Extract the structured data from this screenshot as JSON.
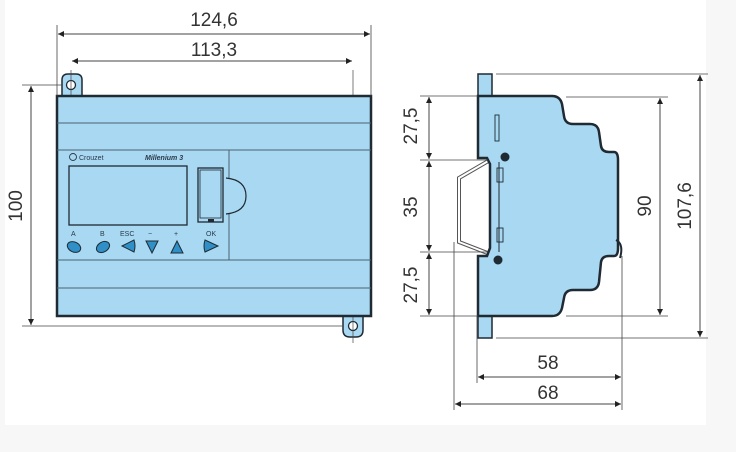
{
  "title": "Crouzet Millenium 3 dimensional drawing",
  "front_view": {
    "brand": "Crouzet",
    "model": "Millenium 3",
    "buttons": [
      "A",
      "B",
      "ESC",
      "−",
      "+",
      "OK"
    ],
    "dimensions": {
      "overall_width": "124,6",
      "mounting_hole_spacing": "113,3",
      "height": "100"
    }
  },
  "side_view": {
    "dimensions": {
      "upper_section": "27,5",
      "rail_width": "35",
      "lower_section": "27,5",
      "body_height": "90",
      "overall_height": "107,6",
      "depth_body": "58",
      "depth_overall": "68"
    }
  },
  "colors": {
    "housing": "#a9d8f2",
    "outline": "#1f2a33",
    "dimension_line": "#444444",
    "button": "#2f8fc6"
  }
}
